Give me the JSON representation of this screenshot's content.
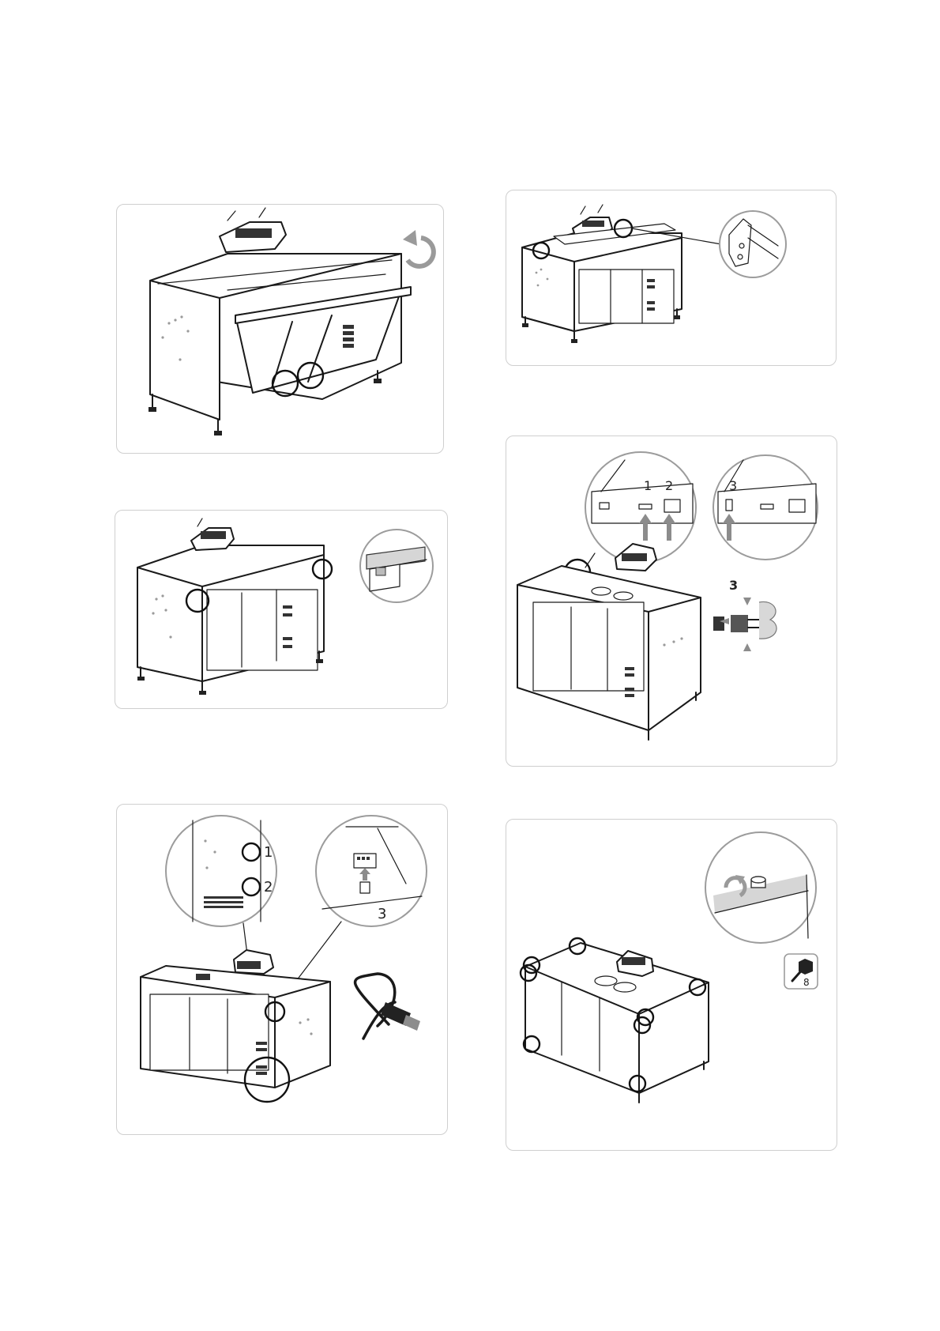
{
  "steps": [
    {
      "id": "step-1",
      "callouts": []
    },
    {
      "id": "step-2",
      "callouts": []
    },
    {
      "id": "step-3",
      "callouts": []
    },
    {
      "id": "step-4",
      "callouts": [
        {
          "label": "1"
        },
        {
          "label": "2"
        },
        {
          "label": "3"
        }
      ]
    },
    {
      "id": "step-5",
      "callouts": [
        {
          "label": "1"
        },
        {
          "label": "2"
        },
        {
          "label": "3"
        }
      ]
    },
    {
      "id": "step-6",
      "callouts": [],
      "tool": {
        "label": "8",
        "icon": "hex-socket-wrench-icon"
      }
    }
  ],
  "icons": {
    "rotate_arrow": "counterclockwise-arrow-icon",
    "rotate_arrow_color": "#9a9a9a",
    "push_arrow_color": "#8c8c8c"
  }
}
